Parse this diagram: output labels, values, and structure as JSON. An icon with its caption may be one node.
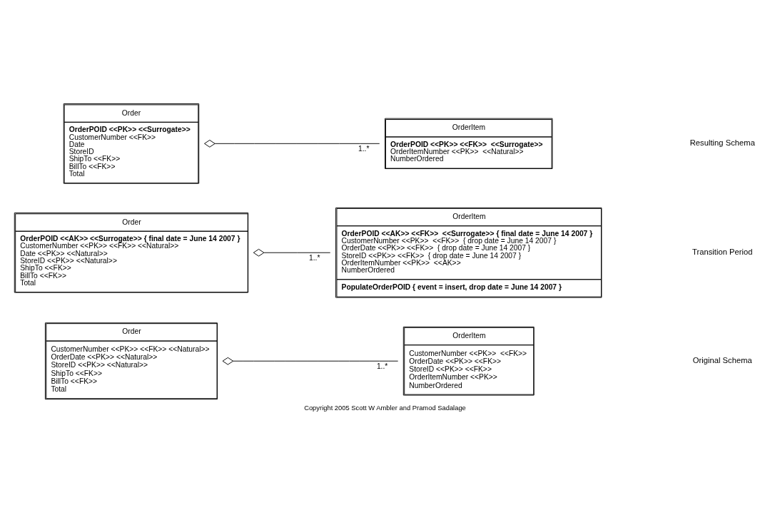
{
  "diagram": {
    "caption": "Copyright 2005 Scott W Ambler and Pramod Sadalage",
    "nodes": [
      {
        "text": [
          "Order",
          "CustomerNumber <<PK>> <<FK>> <<Natural>>",
          "OrderDate <<PK>> <<Natural>>",
          "StoreID <<PK>> <<Natural>>",
          "ShipTo <<FK>>",
          "BillTo <<FK>>",
          "Total"
        ]
      },
      {
        "text": [
          "OrderItem",
          "CustomerNumber <<PK>>  <<FK>>",
          "OrderDate <<PK>> <<FK>>",
          "StoreID <<PK>> <<FK>>",
          "OrderItemNumber <<PK>>",
          "NumberOrdered"
        ]
      },
      {
        "text": [
          "Order",
          "OrderPOID <<AK>> <<Surrogate>> { final date = June 14 2007 }",
          "CustomerNumber <<PK>> <<FK>> <<Natural>>",
          "Date <<PK>> <<Natural>>",
          "StoreID <<PK>> <<Natural>>",
          "ShipTo <<FK>>",
          "BillTo <<FK>>",
          "Total"
        ]
      },
      {
        "text": [
          "OrderItem",
          "OrderPOID <<AK>> <<FK>>  <<Surrogate>> { final date = June 14 2007 }",
          "CustomerNumber <<PK>>  <<FK>>  { drop date = June 14 2007 }",
          "OrderDate <<PK>> <<FK>>  { drop date = June 14 2007 }",
          "StoreID <<PK>> <<FK>>  { drop date = June 14 2007 }",
          "OrderItemNumber <<PK>>  <<AK>>",
          "NumberOrdered",
          "PopulateOrderPOID { event = insert, drop date = June 14 2007 }"
        ]
      },
      {
        "text": [
          "Order",
          "OrderPOID <<PK>> <<Surrogate>>",
          "CustomerNumber <<FK>>",
          "Date",
          "StoreID",
          "ShipTo <<FK>>",
          "BillTo <<FK>>",
          "Total"
        ]
      },
      {
        "text": [
          "OrderItem",
          "OrderPOID <<PK>> <<FK>>  <<Surrogate>>",
          "OrderItemNumber <<PK>>  <<Natural>>",
          "NumberOrdered"
        ]
      }
    ],
    "edges": [
      {
        "from": 0,
        "to": 1,
        "arrow": "other",
        "label": "1..*"
      },
      {
        "from": 2,
        "to": 3,
        "arrow": "other",
        "label": "1..*"
      },
      {
        "from": 4,
        "to": 5,
        "arrow": "other",
        "label": "1..*"
      }
    ],
    "labels": [
      "Original Schema",
      "Transition Period",
      "Resulting Schema"
    ]
  }
}
